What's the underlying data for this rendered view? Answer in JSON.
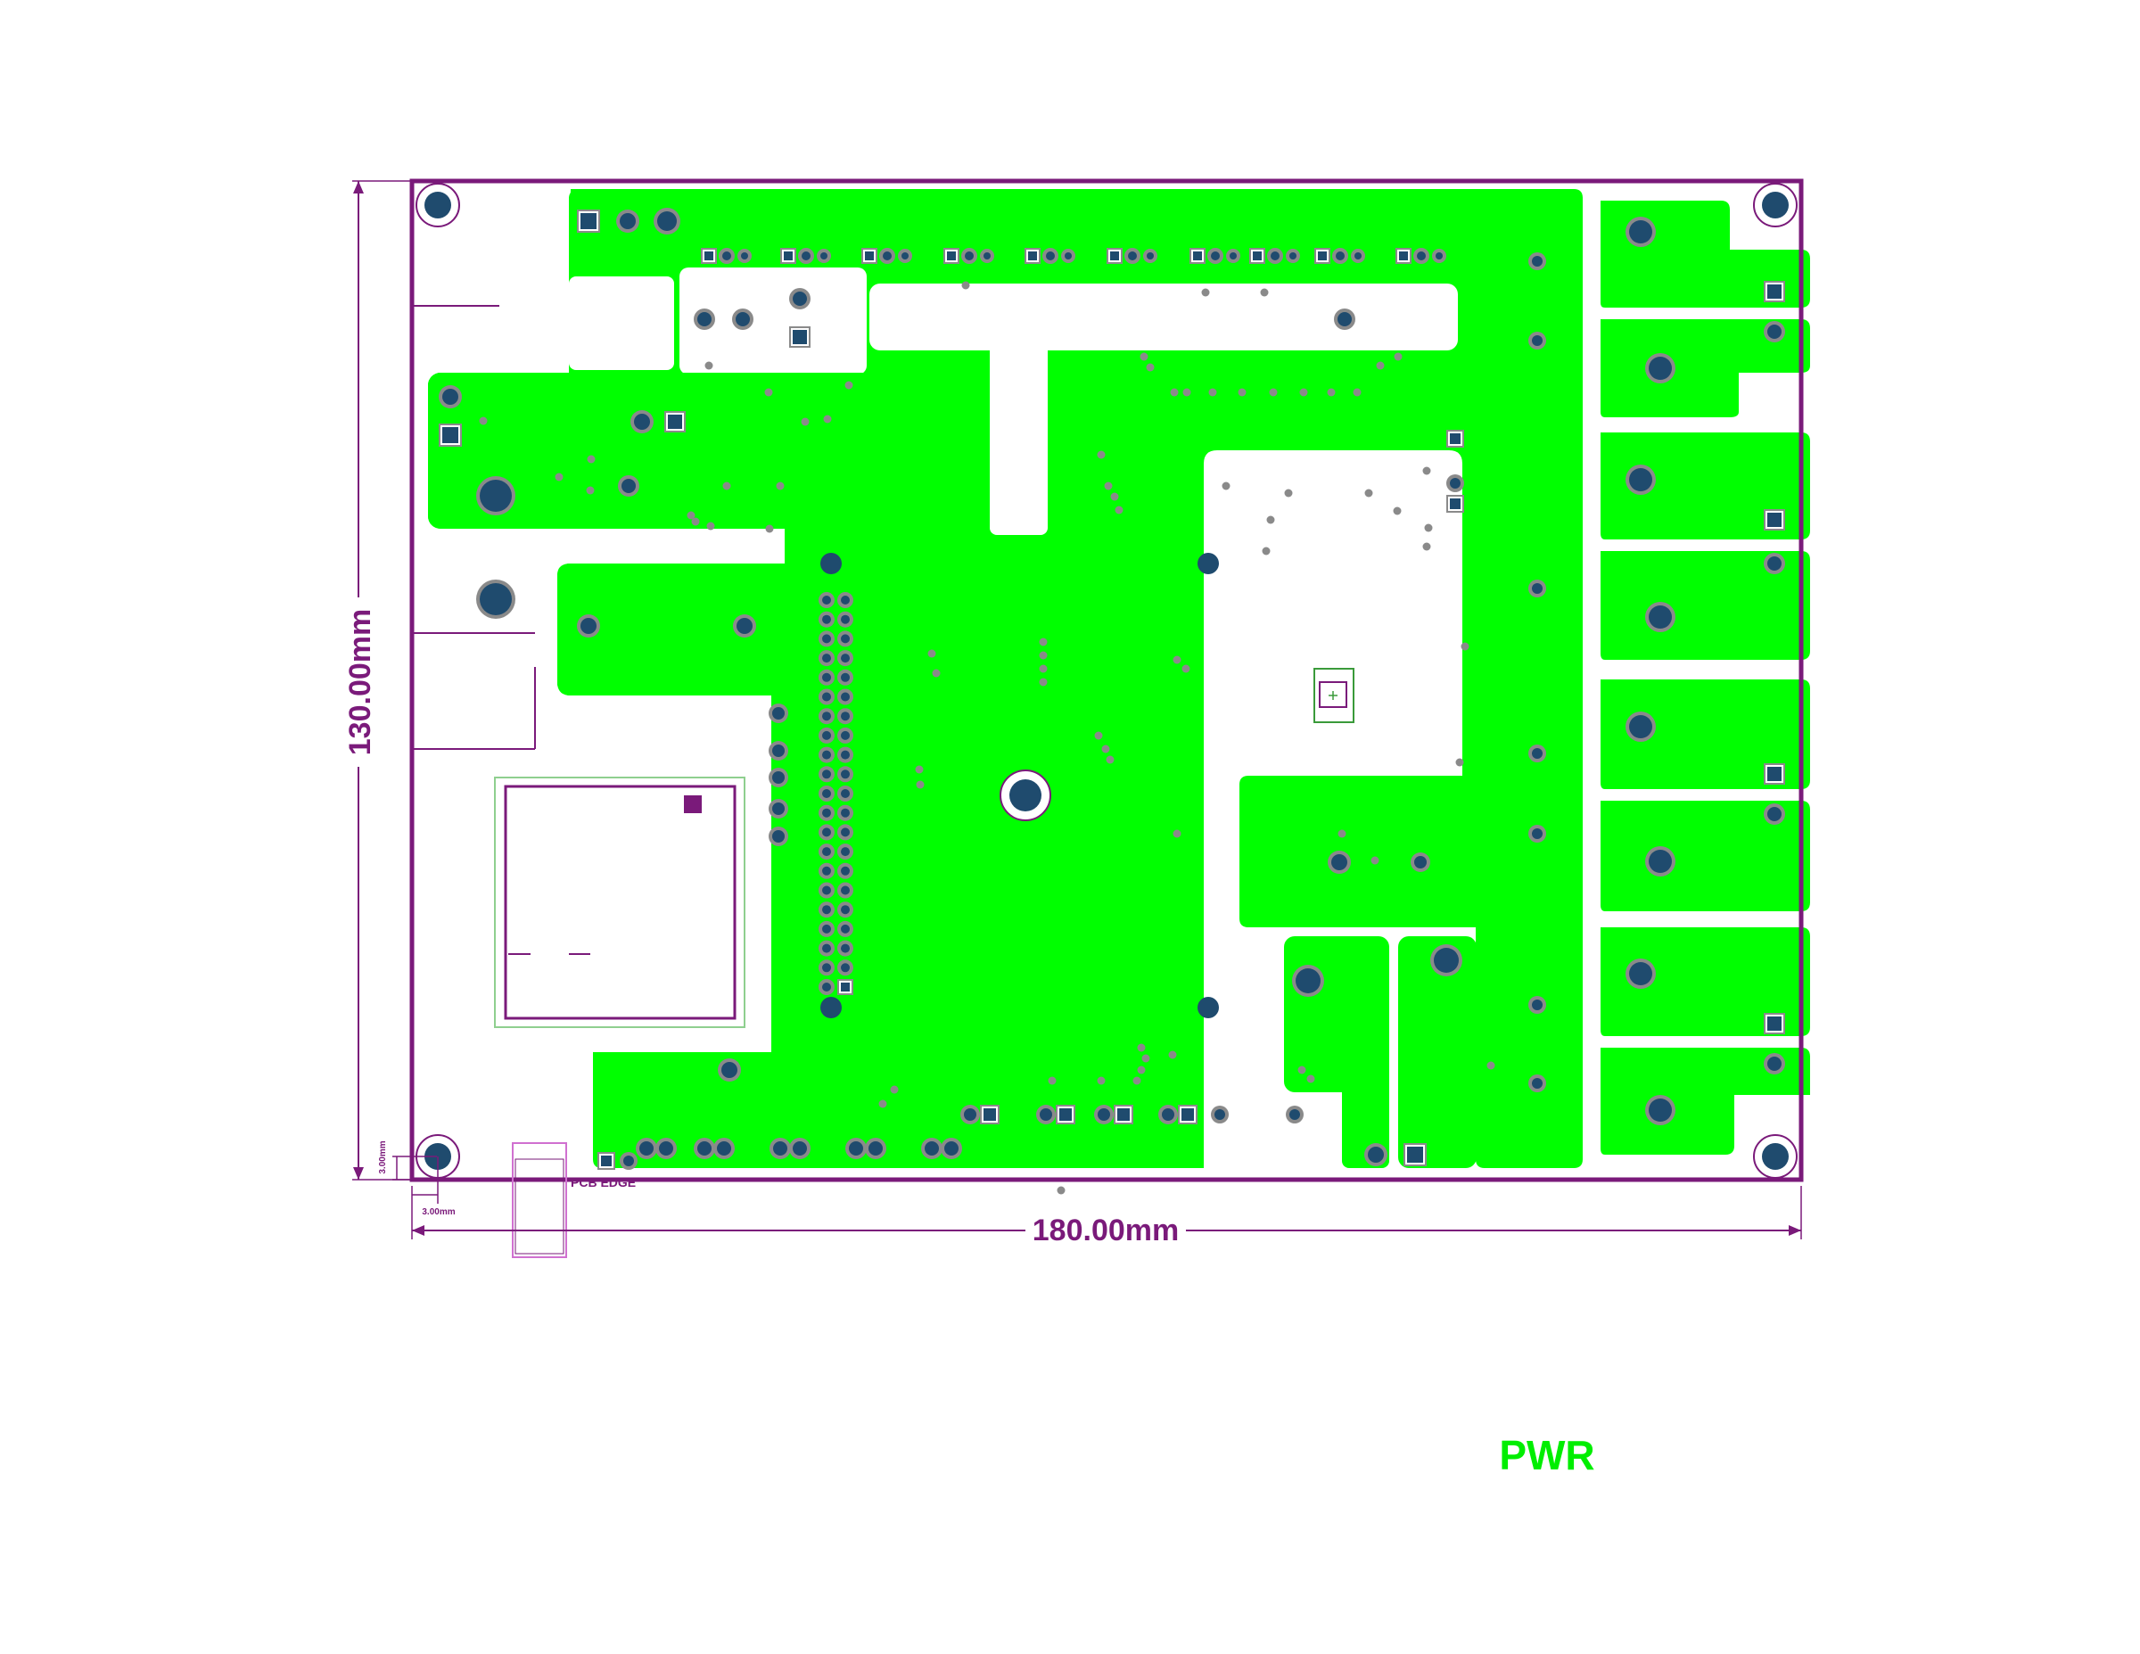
{
  "board": {
    "width_label": "180.00mm",
    "height_label": "130.00mm",
    "hole_offset_x_label": "3.00mm",
    "hole_offset_y_label": "3.00mm",
    "edge_label": "PCB EDGE",
    "layer_label": "PWR"
  },
  "colors": {
    "outline": "#7a1a7a",
    "copper_pour": "#00ff00",
    "pad": "#1f4b6e",
    "pad_ring": "#8a8a8a",
    "silkscreen_green": "#3a9a3a",
    "background": "#ffffff"
  }
}
